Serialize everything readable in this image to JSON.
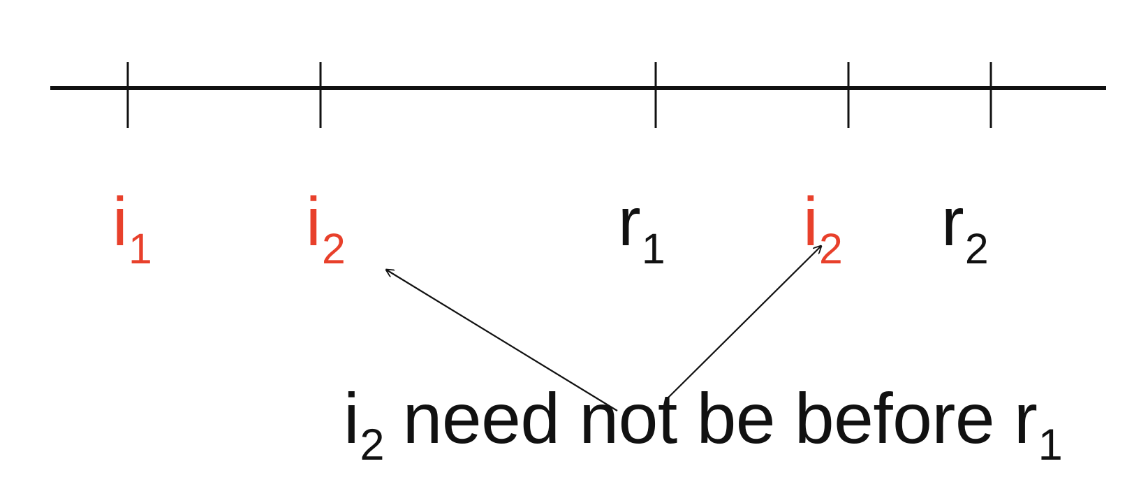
{
  "diagram": {
    "timeline": {
      "markers": [
        {
          "id": "i1",
          "base": "i",
          "subscript": "1",
          "color": "#e8402b"
        },
        {
          "id": "i2-first",
          "base": "i",
          "subscript": "2",
          "color": "#e8402b"
        },
        {
          "id": "r1",
          "base": "r",
          "subscript": "1",
          "color": "#111111"
        },
        {
          "id": "i2-second",
          "base": "i",
          "subscript": "2",
          "color": "#e8402b"
        },
        {
          "id": "r2",
          "base": "r",
          "subscript": "2",
          "color": "#111111"
        }
      ]
    },
    "annotation": {
      "lead": "i",
      "subscript_first": "2",
      "middle": " need not be before r",
      "subscript_last": "1"
    },
    "colors": {
      "red": "#e8402b",
      "black": "#111111"
    }
  }
}
